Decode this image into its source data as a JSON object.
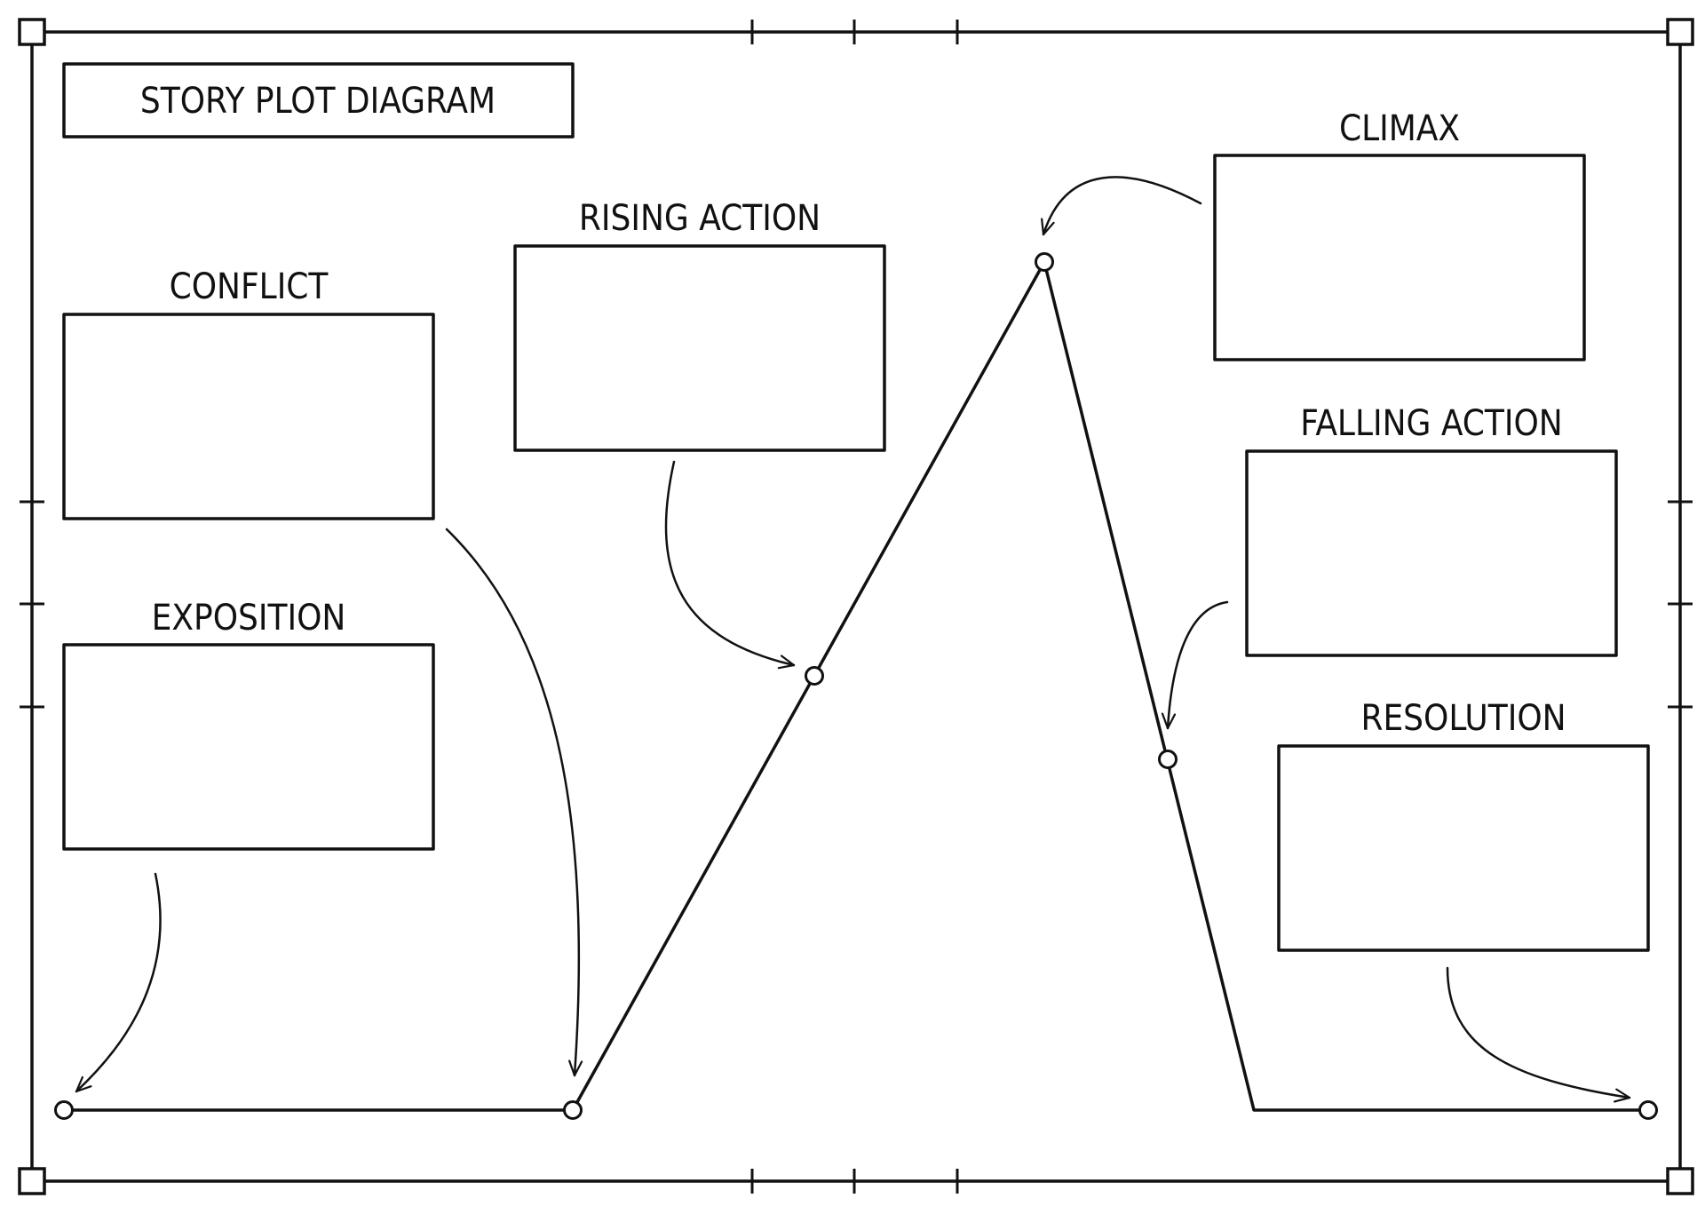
{
  "diagram": {
    "title": "STORY PLOT DIAGRAM",
    "sections": {
      "conflict": "CONFLICT",
      "exposition": "EXPOSITION",
      "rising_action": "RISING ACTION",
      "climax": "CLIMAX",
      "falling_action": "FALLING ACTION",
      "resolution": "RESOLUTION"
    }
  }
}
